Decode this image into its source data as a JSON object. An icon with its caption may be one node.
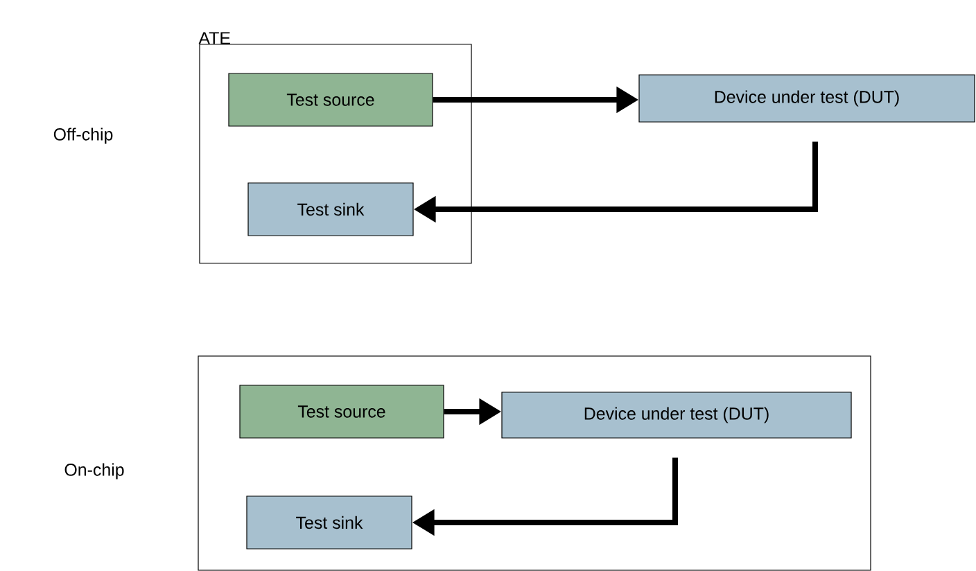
{
  "diagram": {
    "nodes": [
      {
        "text": [
          "ATE"
        ]
      },
      {
        "text": [
          "Test source"
        ],
        "in": 0
      },
      {
        "text": [
          "Test sink"
        ],
        "in": 0
      },
      {
        "text": [
          "Device under test (DUT)"
        ]
      },
      {
        "text": [],
        "shape": "box"
      },
      {
        "text": [
          "Test source"
        ],
        "in": 4
      },
      {
        "text": [
          "Device under test (DUT)"
        ],
        "in": 4
      },
      {
        "text": [
          "Test sink"
        ],
        "in": 4
      }
    ],
    "edges": [
      {
        "from": 1,
        "to": 3,
        "arrow": "to"
      },
      {
        "from": 3,
        "to": 2,
        "arrow": "to"
      },
      {
        "from": 5,
        "to": 6,
        "arrow": "to"
      },
      {
        "from": 6,
        "to": 7,
        "arrow": "to"
      }
    ],
    "labels": [
      "Off-chip",
      "On-chip"
    ]
  }
}
